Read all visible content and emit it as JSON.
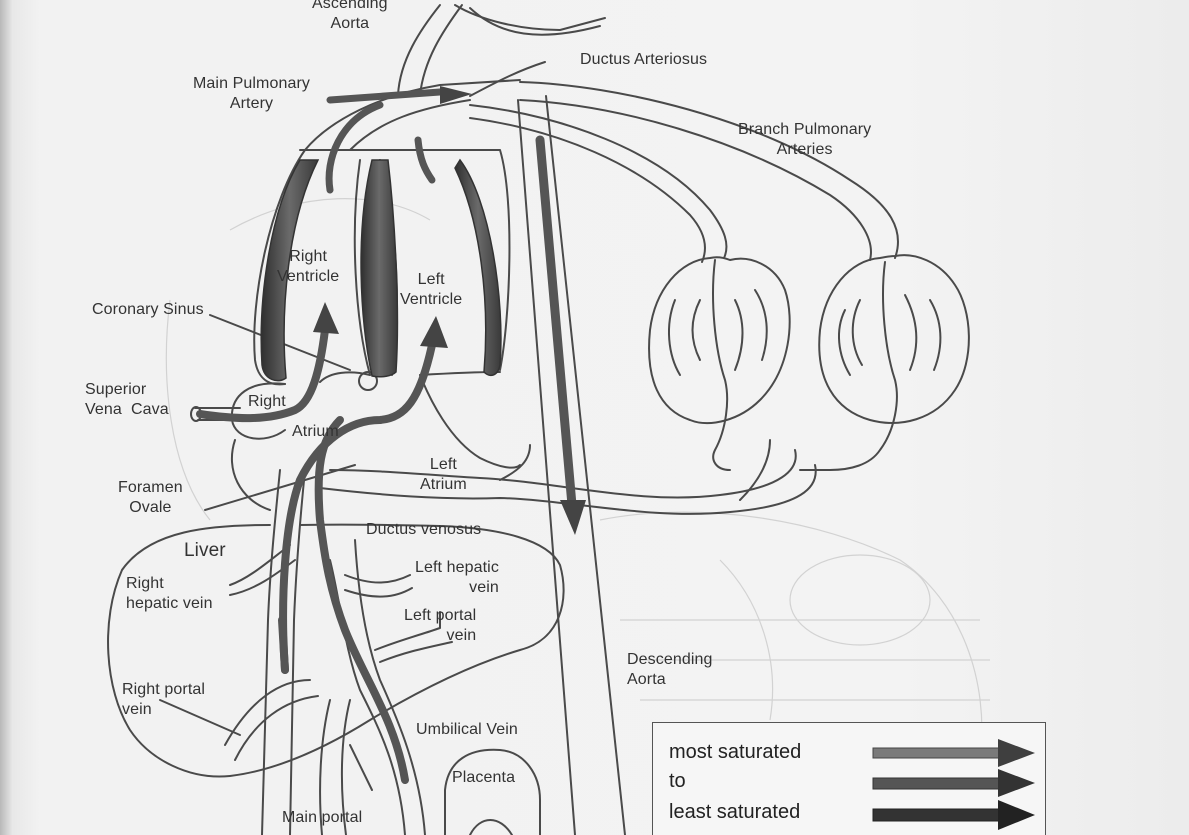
{
  "labels": {
    "ascending_aorta": "Ascending\nAorta",
    "ductus_arteriosus": "Ductus Arteriosus",
    "main_pulmonary_artery": "Main Pulmonary\nArtery",
    "branch_pulmonary_arteries": "Branch Pulmonary\nArteries",
    "right_ventricle": "Right\nVentricle",
    "left_ventricle": "Left\nVentricle",
    "coronary_sinus": "Coronary Sinus",
    "superior_vena_cava": "Superior\nVena  Cava",
    "right_atrium_1": "Right",
    "right_atrium_2": "Atrium",
    "left_atrium": "Left\nAtrium",
    "foramen_ovale": "Foramen\nOvale",
    "ductus_venosus": "Ductus venosus",
    "liver": "Liver",
    "right_hepatic_vein": "Right\nhepatic vein",
    "left_hepatic_vein": "Left hepatic\nvein",
    "left_portal_vein": "Left portal\nvein",
    "right_portal_vein": "Right portal\nvein",
    "descending_aorta": "Descending\nAorta",
    "umbilical_vein": "Umbilical Vein",
    "placenta": "Placenta",
    "main_portal": "Main portal"
  },
  "legend": {
    "line1": "most saturated",
    "line2": "to",
    "line3": "least saturated"
  },
  "colors": {
    "stroke": "#4a4a4a",
    "vessel_fill": "#f3f3f3",
    "flow_arrow": "#555555",
    "ventricle_wall": "#4d4d4d"
  }
}
